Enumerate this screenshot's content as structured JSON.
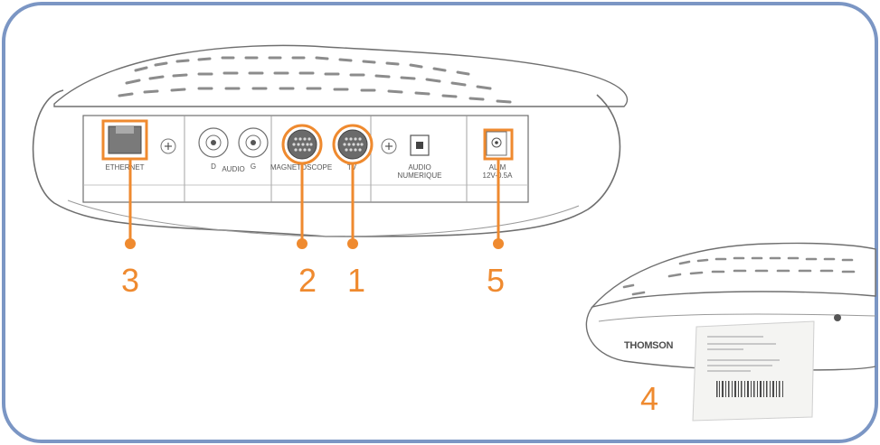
{
  "ports": {
    "ethernet": "ETHERNET",
    "audio": "AUDIO",
    "audio_right": "D",
    "audio_left": "G",
    "vcr": "MAGNETOSCOPE",
    "tv": "TV",
    "digital_audio_line1": "AUDIO",
    "digital_audio_line2": "NUMERIQUE",
    "power_line1": "ALIM",
    "power_line2": "12V-0.5A"
  },
  "callouts": {
    "ethernet": "3",
    "vcr": "2",
    "tv": "1",
    "power": "5",
    "label": "4"
  },
  "brand": "THOMSON",
  "colors": {
    "frame": "#7b96c4",
    "accent": "#ef8a2f",
    "device_line": "#6f6f6f",
    "grill": "#8c8c8c"
  }
}
